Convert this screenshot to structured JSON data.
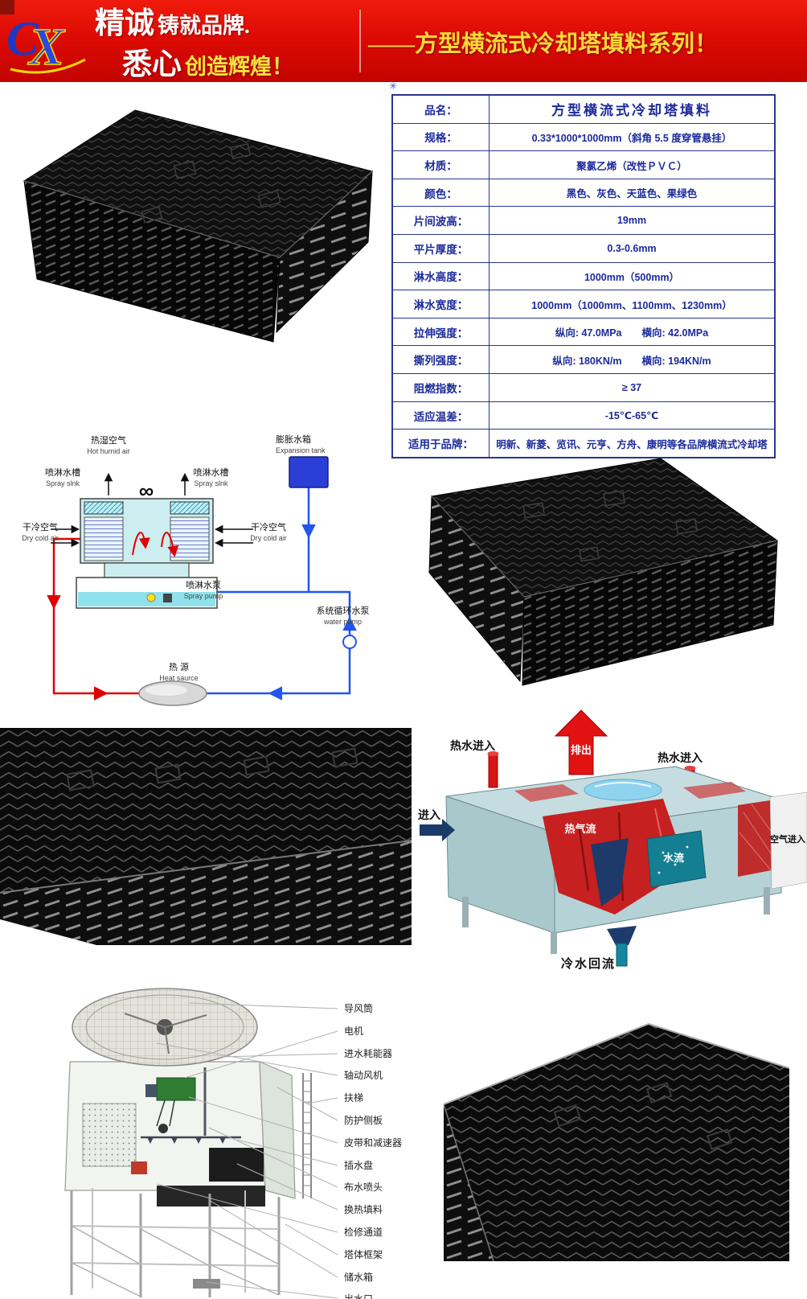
{
  "banner": {
    "logo_text": "CX",
    "slogan_line1_strong": "精诚",
    "slogan_line1_rest": "铸就品牌.",
    "slogan_line2_strong": "悉心",
    "slogan_line2_rest": "创造辉煌！",
    "series_title": "——方型横流式冷却塔填料系列！"
  },
  "misc": {
    "corner_icon": "✳"
  },
  "spec_table": {
    "rows": [
      {
        "label": "品名：",
        "value": "方型横流式冷却塔填料"
      },
      {
        "label": "规格：",
        "value": "0.33*1000*1000mm（斜角 5.5 度穿管悬挂）"
      },
      {
        "label": "材质：",
        "value": "聚氯乙烯（改性ＰＶＣ）"
      },
      {
        "label": "颜色：",
        "value": "黑色、灰色、天蓝色、果绿色"
      },
      {
        "label": "片间波高：",
        "value": "19mm"
      },
      {
        "label": "平片厚度：",
        "value": "0.3-0.6mm"
      },
      {
        "label": "淋水高度：",
        "value": "1000mm（500mm）"
      },
      {
        "label": "淋水宽度：",
        "value": "1000mm（1000mm、1100mm、1230mm）"
      },
      {
        "label": "拉伸强度：",
        "value": "纵向: 47.0MPa　　横向: 42.0MPa"
      },
      {
        "label": "撕列强度：",
        "value": "纵向: 180KN/m　　横向: 194KN/m"
      },
      {
        "label": "阻燃指数：",
        "value": "≥ 37"
      },
      {
        "label": "适应温差：",
        "value": "-15℃-65℃"
      },
      {
        "label": "适用于品牌：",
        "value": "明新、新菱、览讯、元亨、方舟、康明等各品牌横流式冷却塔"
      }
    ]
  },
  "principle": {
    "hot_humid_cn": "热湿空气",
    "hot_humid_en": "Hot humid air",
    "spray_sink_cn": "喷淋水槽",
    "spray_sink_en": "Spray slnk",
    "expansion_cn": "膨胀水箱",
    "expansion_en": "Expansion tank",
    "dry_cold_cn": "干冷空气",
    "dry_cold_en": "Dry cold air",
    "spray_pump_cn": "喷淋水泵",
    "spray_pump_en": "Spray pump",
    "water_pump_cn": "系统循环水泵",
    "water_pump_en": "water pump",
    "heat_source_cn": "热  源",
    "heat_source_en": "Heat saurce"
  },
  "cutaway": {
    "hot_water_left": "热水进入",
    "exhaust": "排出",
    "hot_water_right": "热水进入",
    "air_in_partial": "进入",
    "hot_air_flow": "热气流",
    "water_flow": "水流",
    "air_in_right": "空气进入",
    "cold_water_return": "冷水回流"
  },
  "structure_labels": [
    "导风筒",
    "电机",
    "进水耗能器",
    "轴动风机",
    "扶梯",
    "防护侧板",
    "皮带和减速器",
    "插水盘",
    "布水喷头",
    "换热填料",
    "检修通道",
    "塔体框架",
    "储水箱",
    "出水口"
  ]
}
